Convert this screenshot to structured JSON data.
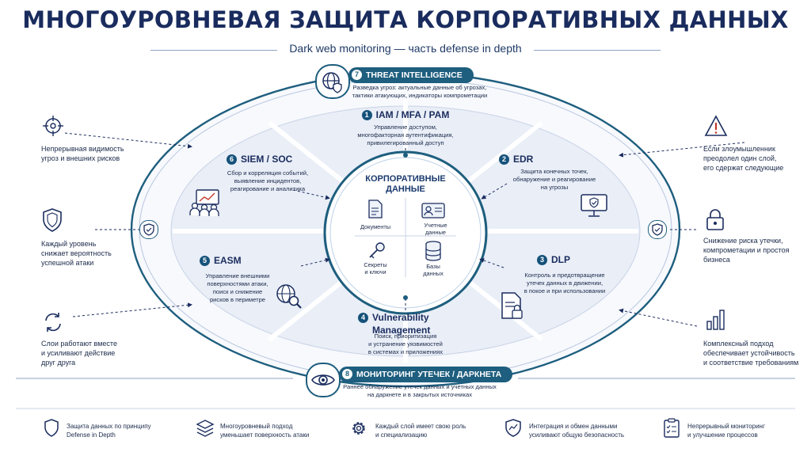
{
  "header": {
    "title": "МНОГОУРОВНЕВАЯ ЗАЩИТА КОРПОРАТИВНЫХ ДАННЫХ",
    "subtitle": "Dark web monitoring — часть defense in depth"
  },
  "core": {
    "title_line1": "КОРПОРАТИВНЫЕ",
    "title_line2": "ДАННЫЕ",
    "items": [
      {
        "line1": "Документы",
        "line2": "",
        "icon": "document-icon"
      },
      {
        "line1": "Учетные",
        "line2": "данные",
        "icon": "id-card-icon"
      },
      {
        "line1": "Секреты",
        "line2": "и ключи",
        "icon": "key-icon"
      },
      {
        "line1": "Базы",
        "line2": "данных",
        "icon": "database-icon"
      }
    ]
  },
  "layers": {
    "l1": {
      "num": "1",
      "title": "IAM / MFA / PAM",
      "desc1": "Управление доступом,",
      "desc2": "многофакторная аутентификация,",
      "desc3": "привилегированный доступ"
    },
    "l2": {
      "num": "2",
      "title": "EDR",
      "desc1": "Защита конечных точек,",
      "desc2": "обнаружение и реагирование",
      "desc3": "на угрозы"
    },
    "l3": {
      "num": "3",
      "title": "DLP",
      "desc1": "Контроль и предотвращение",
      "desc2": "утечек данных в движении,",
      "desc3": "в покое и при использовании"
    },
    "l4": {
      "num": "4",
      "title1": "Vulnerability",
      "title2": "Management",
      "desc1": "Поиск, приоритизация",
      "desc2": "и устранение уязвимостей",
      "desc3": "в системах и приложениях"
    },
    "l5": {
      "num": "5",
      "title": "EASM",
      "desc1": "Управление внешними",
      "desc2": "поверхностями атаки,",
      "desc3": "поиск и снижение",
      "desc4": "рисков в периметре"
    },
    "l6": {
      "num": "6",
      "title": "SIEM / SOC",
      "desc1": "Сбор и корреляция событий,",
      "desc2": "выявление инцидентов,",
      "desc3": "реагирование и аналитика"
    },
    "l7": {
      "num": "7",
      "title": "THREAT INTELLIGENCE",
      "desc1": "Разведка угроз: актуальные данные об угрозах,",
      "desc2": "тактики атакующих, индикаторы компрометации"
    },
    "l8": {
      "num": "8",
      "title": "МОНИТОРИНГ УТЕЧЕК / ДАРКНЕТА",
      "desc1": "Раннее обнаружение утечек данных и учетных данных",
      "desc2": "на даркнете и в закрытых источниках"
    }
  },
  "left_notes": [
    {
      "line1": "Непрерывная видимость",
      "line2": "угроз и внешних рисков",
      "line3": "",
      "icon": "target-icon"
    },
    {
      "line1": "Каждый уровень",
      "line2": "снижает вероятность",
      "line3": "успешной атаки",
      "icon": "shield-icon"
    },
    {
      "line1": "Слои работают вместе",
      "line2": "и усиливают действие",
      "line3": "друг друга",
      "icon": "cycle-arrows-icon"
    }
  ],
  "right_notes": [
    {
      "line1": "Если злоумышленник",
      "line2": "преодолел один слой,",
      "line3": "его сдержат следующие",
      "icon": "warning-icon"
    },
    {
      "line1": "Снижение риска утечки,",
      "line2": "компрометации и простоя",
      "line3": "бизнеса",
      "icon": "lock-icon"
    },
    {
      "line1": "Комплексный подход",
      "line2": "обеспечивает устойчивость",
      "line3": "и соответствие требованиям",
      "icon": "bar-chart-icon"
    }
  ],
  "bottom": [
    {
      "line1": "Защита данных по принципу",
      "line2": "Defense in Depth",
      "icon": "shield-icon"
    },
    {
      "line1": "Многоуровневый подход",
      "line2": "уменьшает поверхность атаки",
      "icon": "layers-icon"
    },
    {
      "line1": "Каждый слой имеет свою роль",
      "line2": "и специализацию",
      "icon": "gear-icon"
    },
    {
      "line1": "Интеграция и обмен данными",
      "line2": "усиливают общую безопасность",
      "icon": "shield-chart-icon"
    },
    {
      "line1": "Непрерывный мониторинг",
      "line2": "и улучшение процессов",
      "icon": "checklist-icon"
    }
  ],
  "colors": {
    "navy": "#1a2c5e",
    "teal": "#1e5e7e",
    "segment": "#eef1f8",
    "segment_stroke": "#c9d3e6"
  }
}
